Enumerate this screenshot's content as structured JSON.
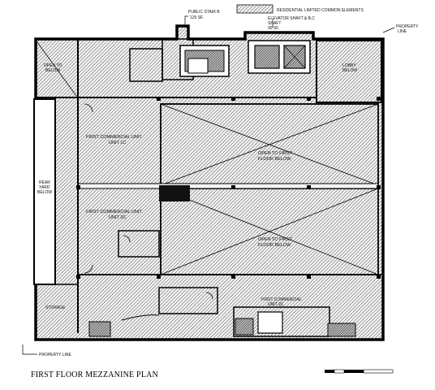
{
  "legend": {
    "label": "RESIDENTIAL LIMITED COMMON ELEMENTS"
  },
  "labels": {
    "public_stair_b": "PUBLIC STAIR B",
    "public_stair_b_area": "125 SF.",
    "elevator_shaft": "ELEVATOR SHAFT & B.C",
    "elevator_shaft_2": "SHAFT",
    "elevator_shaft_area": "90 SF.",
    "property_line_top": "PROPERTY",
    "property_line_top_2": "LINE",
    "open_to_below_nw": "OPEN TO",
    "open_to_below_nw_2": "BELOW",
    "lobby_below": "LOBBY",
    "lobby_below_2": "BELOW",
    "unit_upper": "FIRST COMMERCIAL UNIT",
    "unit_upper_2": "UNIT 1C",
    "open_upper": "OPEN TO FIRST",
    "open_upper_2": "FLOOR BELOW",
    "rear_yard": "REAR",
    "rear_yard_2": "YARD",
    "rear_yard_3": "BELOW",
    "unit_lower": "FIRST COMMERCIAL UNIT",
    "unit_lower_2": "UNIT 2C",
    "open_lower": "OPEN TO FIRST",
    "open_lower_2": "FLOOR BELOW",
    "storage": "STORAGE",
    "bottom_right": "FIRST COMMERCIAL",
    "bottom_right_2": "UNIT 2C",
    "property_line_bottom": "PROPERTY LINE",
    "plan_title": "FIRST FLOOR MEZZANINE PLAN"
  }
}
